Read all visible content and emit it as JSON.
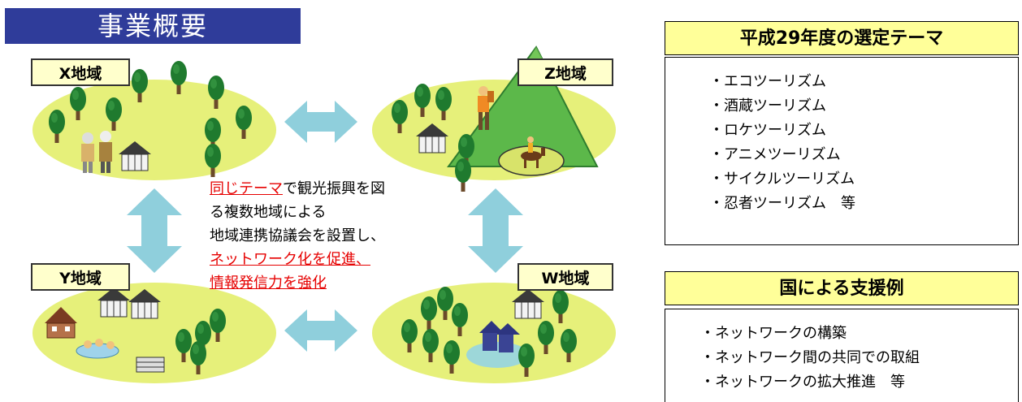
{
  "title": "事業概要",
  "regions": {
    "x": "X地域",
    "y": "Y地域",
    "z": "Z地域",
    "w": "W地域"
  },
  "center_text": {
    "line1_red": "同じテーマ",
    "line1_rest": "で観光振興を図",
    "line2": "る複数地域による",
    "line3": "地域連携協議会を設置し、",
    "line4_red": "ネットワーク化を促進、",
    "line5_red": "情報発信力を強化"
  },
  "themes_panel": {
    "heading": "平成29年度の選定テーマ",
    "items": [
      "・エコツーリズム",
      "・酒蔵ツーリズム",
      "・ロケツーリズム",
      "・アニメツーリズム",
      "・サイクルツーリズム",
      "・忍者ツーリズム　等"
    ]
  },
  "support_panel": {
    "heading": "国による支援例",
    "items": [
      "・ネットワークの構築",
      "・ネットワーク間の共同での取組",
      "・ネットワークの拡大推進　等"
    ]
  },
  "colors": {
    "title_bg": "#2f3c9a",
    "ground": "#e6f07a",
    "arrow": "#8fcfdc",
    "tree_foliage": "#1f7a2e",
    "mountain": "#5cb84a",
    "label_bg": "#ffffcc",
    "panel_head_bg": "#ffff99",
    "highlight_text": "#e60000"
  }
}
